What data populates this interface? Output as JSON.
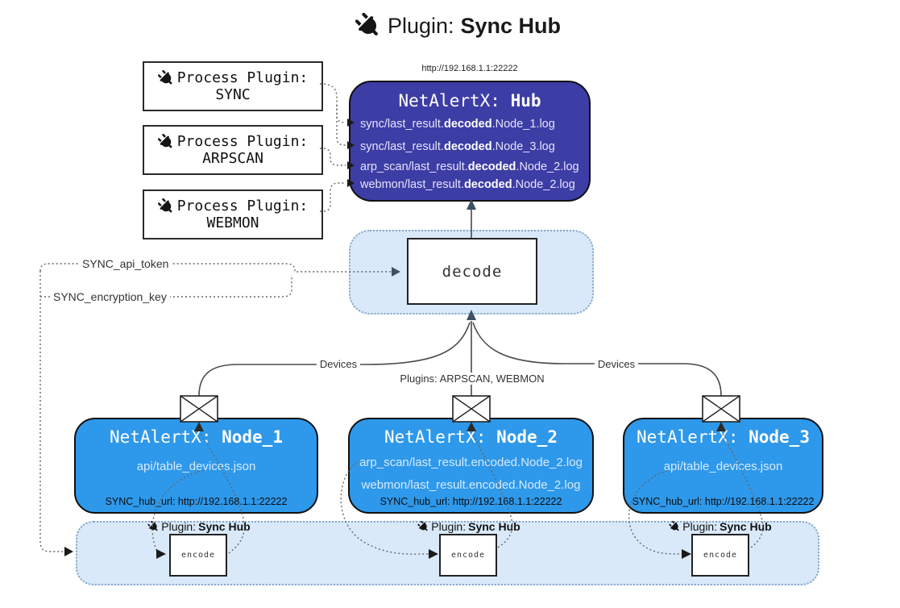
{
  "title": {
    "label": "Plugin:",
    "name": "Sync Hub"
  },
  "hub": {
    "url": "http://192.168.1.1:22222",
    "prefix": "NetAlertX: ",
    "name": "Hub",
    "logs": [
      {
        "pre": "sync/last_result.",
        "bold": "decoded",
        "post": ".Node_1.log"
      },
      {
        "pre": "sync/last_result.",
        "bold": "decoded",
        "post": ".Node_3.log"
      },
      {
        "pre": "arp_scan/last_result.",
        "bold": "decoded",
        "post": ".Node_2.log"
      },
      {
        "pre": "webmon/last_result.",
        "bold": "decoded",
        "post": ".Node_2.log"
      }
    ]
  },
  "process_plugins": [
    {
      "label": "Process Plugin:",
      "name": "SYNC"
    },
    {
      "label": "Process Plugin:",
      "name": "ARPSCAN"
    },
    {
      "label": "Process Plugin:",
      "name": "WEBMON"
    }
  ],
  "decode_label": "decode",
  "settings": {
    "api_token": "SYNC_api_token",
    "encryption_key": "SYNC_encryption_key"
  },
  "edge_labels": {
    "devices_left": "Devices",
    "plugins_mid": "Plugins: ARPSCAN, WEBMON",
    "devices_right": "Devices"
  },
  "nodes": [
    {
      "prefix": "NetAlertX: ",
      "name": "Node_1",
      "files": [
        "api/table_devices.json"
      ],
      "hub_url": "SYNC_hub_url: http://192.168.1.1:22222"
    },
    {
      "prefix": "NetAlertX: ",
      "name": "Node_2",
      "files": [
        "arp_scan/last_result.encoded.Node_2.log",
        "webmon/last_result.encoded.Node_2.log"
      ],
      "hub_url": "SYNC_hub_url: http://192.168.1.1:22222"
    },
    {
      "prefix": "NetAlertX: ",
      "name": "Node_3",
      "files": [
        "api/table_devices.json"
      ],
      "hub_url": "SYNC_hub_url: http://192.168.1.1:22222"
    }
  ],
  "encoders": [
    {
      "plugin_label": "Plugin: ",
      "plugin_name": "Sync Hub",
      "box": "encode"
    },
    {
      "plugin_label": "Plugin: ",
      "plugin_name": "Sync Hub",
      "box": "encode"
    },
    {
      "plugin_label": "Plugin: ",
      "plugin_name": "Sync Hub",
      "box": "encode"
    }
  ],
  "colors": {
    "hub_bg": "#3d3da6",
    "node_bg": "#2e98ea",
    "container_bg": "#d9e9fa",
    "container_border": "#87a7c4",
    "accent_arrow": "#3e5061"
  }
}
